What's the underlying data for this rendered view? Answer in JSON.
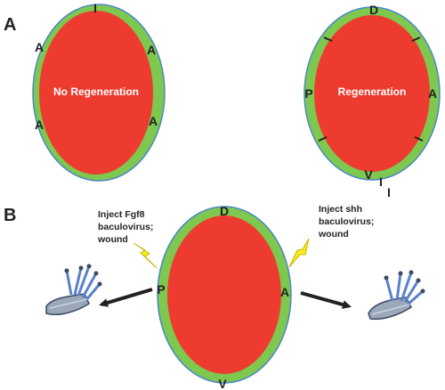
{
  "colors": {
    "outer_ring": "#7ec850",
    "inner_fill": "#ee3b2f",
    "ring_border": "#4a86c5",
    "bolt": "#f7ec1f",
    "bolt_edge": "#c9b600",
    "arrow": "#222222"
  },
  "panel_a": {
    "label": "A",
    "left_diagram": {
      "top": "I",
      "left_upper": "A",
      "right_upper": "A",
      "left_lower": "A",
      "right_lower": "A",
      "center": "No Regeneration"
    },
    "right_diagram": {
      "top": "D",
      "left": "P",
      "right": "A",
      "bottom": "V",
      "bottom_extra_1": "I",
      "bottom_extra_2": "I",
      "center": "Regeneration"
    }
  },
  "panel_b": {
    "label": "B",
    "diagram": {
      "top": "D",
      "left": "P",
      "right": "A",
      "bottom": "V"
    },
    "left_note": [
      "Inject Fgf8",
      "baculovirus;",
      "wound"
    ],
    "right_note": [
      "Inject shh",
      "baculovirus;",
      "wound"
    ],
    "bolt_icon": "lightning-bolt-icon",
    "limb_icon": "regenerated-limb-icon"
  }
}
